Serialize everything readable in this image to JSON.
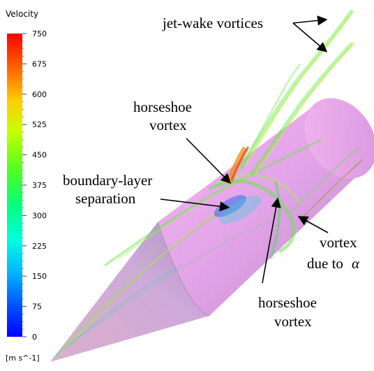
{
  "legend": {
    "title": "Velocity",
    "unit": "[m s^-1]",
    "ticks": [
      "750",
      "675",
      "600",
      "525",
      "450",
      "375",
      "300",
      "225",
      "150",
      "75",
      "0"
    ],
    "colors": [
      "#ff0000",
      "#ff8c00",
      "#ffff00",
      "#7fff00",
      "#00ff7f",
      "#00ffff",
      "#007fff",
      "#0000ff"
    ]
  },
  "annotations": {
    "jet_wake": "jet-wake vortices",
    "horseshoe_top_line1": "horseshoe",
    "horseshoe_top_line2": "vortex",
    "separation_line1": "boundary-layer",
    "separation_line2": "separation",
    "vortex_alpha_line1": "vortex",
    "vortex_alpha_line2": "due to",
    "alpha_symbol": "α",
    "horseshoe_bottom_line1": "horseshoe",
    "horseshoe_bottom_line2": "vortex"
  },
  "colors": {
    "body": "#e6a6ea",
    "body_shade": "#b98fc4",
    "streak_green": "#66e84a",
    "streak_yellow": "#d2ee3a",
    "streak_cyan": "#2fd6d8",
    "streak_blue": "#2f6ee8",
    "hot_orange": "#f08a1a",
    "hot_red": "#e04a2a"
  }
}
